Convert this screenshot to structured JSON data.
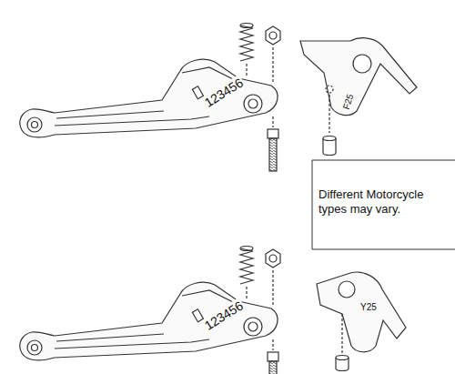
{
  "diagram": {
    "labels": [
      "123456",
      "F25",
      "Different Motorcycle types may vary.",
      "123456",
      "Y25"
    ]
  }
}
